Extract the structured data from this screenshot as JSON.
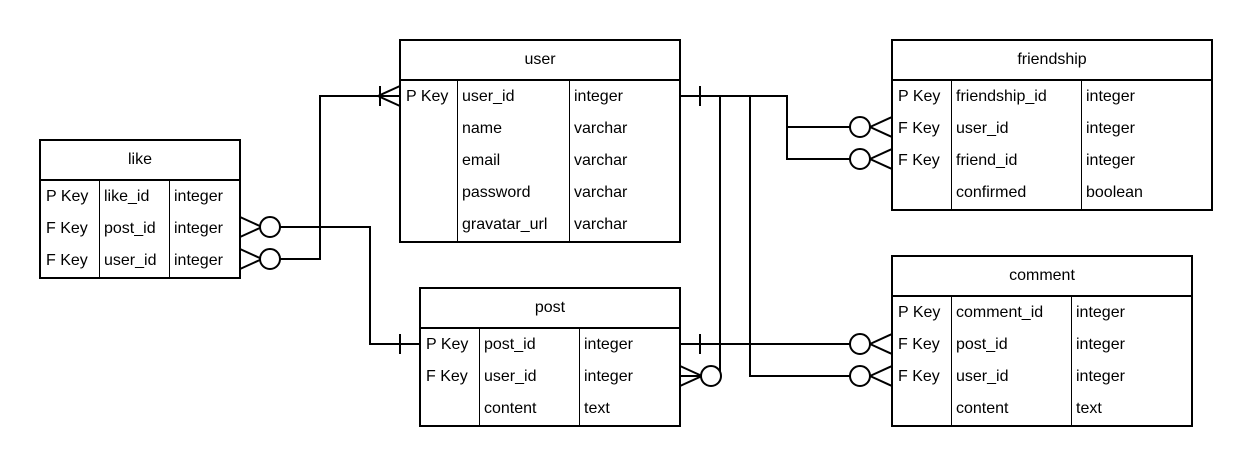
{
  "diagram": {
    "entities": [
      {
        "id": "user",
        "title": "user",
        "rows": [
          {
            "key": "P Key",
            "field": "user_id",
            "type": "integer"
          },
          {
            "key": "",
            "field": "name",
            "type": "varchar"
          },
          {
            "key": "",
            "field": "email",
            "type": "varchar"
          },
          {
            "key": "",
            "field": "password",
            "type": "varchar"
          },
          {
            "key": "",
            "field": "gravatar_url",
            "type": "varchar"
          }
        ]
      },
      {
        "id": "friendship",
        "title": "friendship",
        "rows": [
          {
            "key": "P Key",
            "field": "friendship_id",
            "type": "integer"
          },
          {
            "key": "F Key",
            "field": "user_id",
            "type": "integer"
          },
          {
            "key": "F Key",
            "field": "friend_id",
            "type": "integer"
          },
          {
            "key": "",
            "field": "confirmed",
            "type": "boolean"
          }
        ]
      },
      {
        "id": "like",
        "title": "like",
        "rows": [
          {
            "key": "P Key",
            "field": "like_id",
            "type": "integer"
          },
          {
            "key": "F Key",
            "field": "post_id",
            "type": "integer"
          },
          {
            "key": "F Key",
            "field": "user_id",
            "type": "integer"
          }
        ]
      },
      {
        "id": "post",
        "title": "post",
        "rows": [
          {
            "key": "P Key",
            "field": "post_id",
            "type": "integer"
          },
          {
            "key": "F Key",
            "field": "user_id",
            "type": "integer"
          },
          {
            "key": "",
            "field": "content",
            "type": "text"
          }
        ]
      },
      {
        "id": "comment",
        "title": "comment",
        "rows": [
          {
            "key": "P Key",
            "field": "comment_id",
            "type": "integer"
          },
          {
            "key": "F Key",
            "field": "post_id",
            "type": "integer"
          },
          {
            "key": "F Key",
            "field": "user_id",
            "type": "integer"
          },
          {
            "key": "",
            "field": "content",
            "type": "text"
          }
        ]
      }
    ],
    "relationships": [
      {
        "id": "user-like",
        "from": "user.user_id",
        "to": "like.user_id",
        "from_end": "one-or-many",
        "to_end": "zero-or-many"
      },
      {
        "id": "post-like",
        "from": "post.post_id",
        "to": "like.post_id",
        "from_end": "one",
        "to_end": "zero-or-many"
      },
      {
        "id": "user-friendship-user",
        "from": "user.user_id",
        "to": "friendship.user_id",
        "from_end": "one",
        "to_end": "zero-or-many"
      },
      {
        "id": "user-friendship-friend",
        "from": "user.user_id",
        "to": "friendship.friend_id",
        "from_end": "one",
        "to_end": "zero-or-many"
      },
      {
        "id": "user-post",
        "from": "user.user_id",
        "to": "post.user_id",
        "from_end": "one",
        "to_end": "zero-or-many"
      },
      {
        "id": "post-comment",
        "from": "post.post_id",
        "to": "comment.post_id",
        "from_end": "one",
        "to_end": "zero-or-many"
      },
      {
        "id": "user-comment",
        "from": "user.user_id",
        "to": "comment.user_id",
        "from_end": "one",
        "to_end": "zero-or-many"
      }
    ]
  }
}
